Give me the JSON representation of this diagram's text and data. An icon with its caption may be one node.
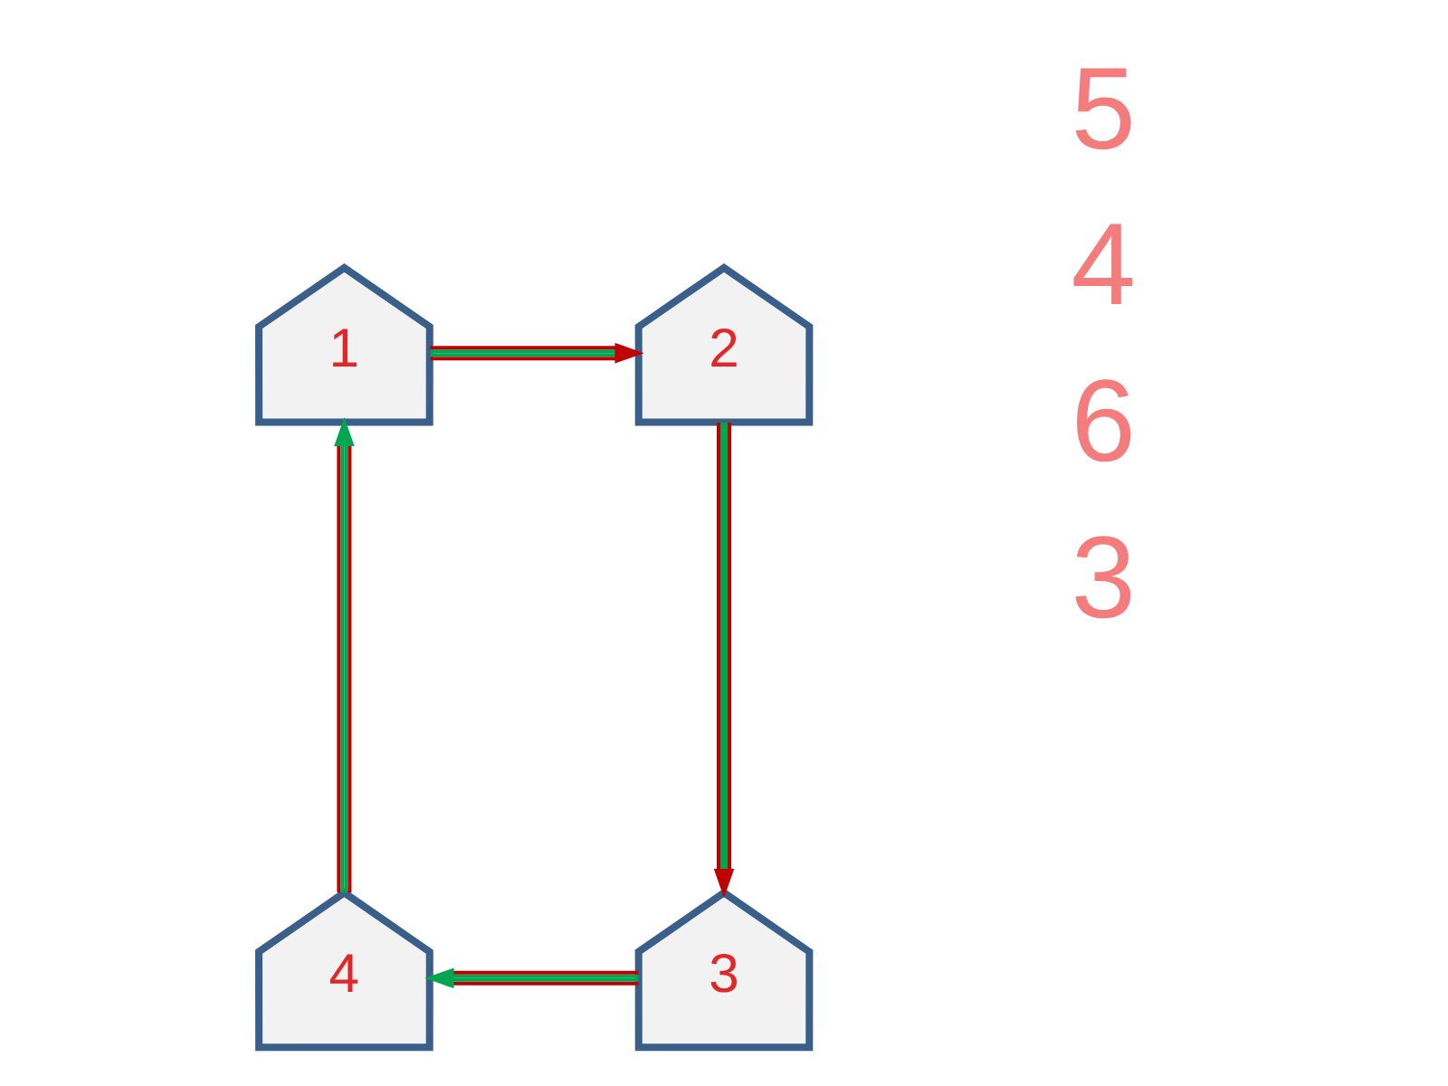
{
  "diagram": {
    "nodes": [
      {
        "text": [
          "1"
        ]
      },
      {
        "text": [
          "2"
        ]
      },
      {
        "text": [
          "3"
        ]
      },
      {
        "text": [
          "4"
        ]
      }
    ],
    "edges": [
      {
        "from": 0,
        "to": 1,
        "arrow": "to"
      },
      {
        "from": 1,
        "to": 2,
        "arrow": "to"
      },
      {
        "from": 2,
        "to": 3,
        "arrow": "to"
      },
      {
        "from": 3,
        "to": 0,
        "arrow": "to"
      }
    ],
    "labels": [
      "5",
      "4",
      "6",
      "3"
    ]
  }
}
